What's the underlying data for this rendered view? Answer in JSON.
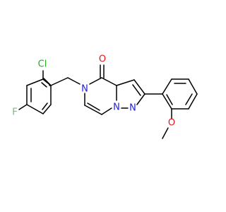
{
  "atoms": {
    "cl": "Cl",
    "f": "F",
    "n_amide": "N",
    "n_bridge": "N",
    "n_pyrazole": "N",
    "o_carbonyl": "O",
    "o_methoxy": "O"
  },
  "colors": {
    "bond": "#000000",
    "chlorine": "#1fb01f",
    "fluorine": "#6cc46c",
    "nitrogen": "#1f1fd9",
    "oxygen": "#e01a1a"
  }
}
